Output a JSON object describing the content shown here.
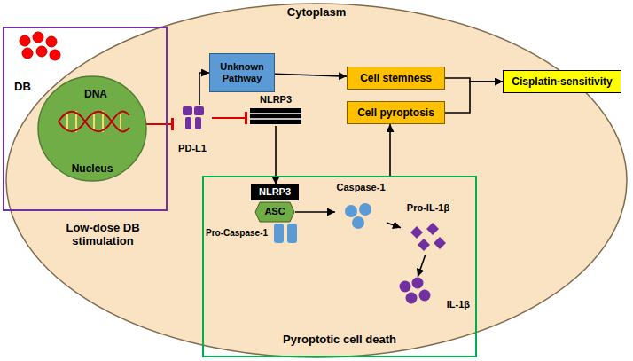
{
  "diagram": {
    "nodes": [
      {
        "text": [
          "Cytoplasm"
        ]
      },
      {
        "text": [
          "Low-dose DB stimulation"
        ],
        "in": 0
      },
      {
        "text": [
          "DB"
        ],
        "in": 1
      },
      {
        "text": [
          "DNA",
          "Nucleus"
        ],
        "in": 1
      },
      {
        "text": [
          "Unknown Pathway"
        ],
        "in": 0
      },
      {
        "text": [
          "PD-L1"
        ],
        "in": 0
      },
      {
        "text": [
          "NLRP3"
        ],
        "in": 0
      },
      {
        "text": [
          "Cell stemness"
        ],
        "in": 0
      },
      {
        "text": [
          "Cell pyroptosis"
        ],
        "in": 0
      },
      {
        "text": [
          "Cisplatin-sensitivity"
        ],
        "in": 0
      },
      {
        "text": [
          "Pyroptotic cell death"
        ],
        "in": 0
      },
      {
        "text": [
          "NLRP3"
        ],
        "in": 10
      },
      {
        "text": [
          "ASC"
        ],
        "in": 10
      },
      {
        "text": [
          "Pro-Caspase-1"
        ],
        "in": 10
      },
      {
        "text": [
          "Caspase-1"
        ],
        "in": 10
      },
      {
        "text": [
          "Pro-IL-1β"
        ],
        "in": 10
      },
      {
        "text": [
          "IL-1β"
        ],
        "in": 10
      }
    ],
    "edges": [
      {
        "from": 2,
        "to": 3,
        "arrow": "to"
      },
      {
        "from": 3,
        "to": 5,
        "arrow": "to"
      },
      {
        "from": 5,
        "to": 4,
        "arrow": "to"
      },
      {
        "from": 5,
        "to": 6,
        "arrow": "to"
      },
      {
        "from": 4,
        "to": 7,
        "arrow": "to"
      },
      {
        "from": 7,
        "to": 9,
        "arrow": "to"
      },
      {
        "from": 8,
        "to": 9,
        "arrow": "to"
      },
      {
        "from": 6,
        "to": 11,
        "arrow": "to"
      },
      {
        "from": 12,
        "to": 14,
        "arrow": "to"
      },
      {
        "from": 14,
        "to": 15,
        "arrow": "to"
      },
      {
        "from": 15,
        "to": 16,
        "arrow": "to"
      },
      {
        "from": 10,
        "to": 8,
        "arrow": "to"
      }
    ]
  }
}
